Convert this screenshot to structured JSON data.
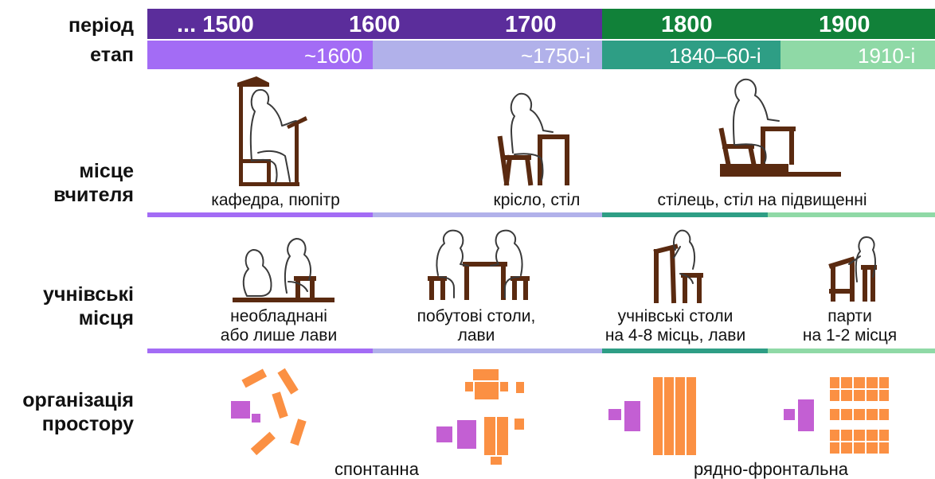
{
  "header": {
    "period_label": "період",
    "stage_label": "етап",
    "years": [
      "... 1500",
      "1600",
      "1700",
      "1800",
      "1900"
    ],
    "stages": [
      "~1600",
      "~1750-і",
      "1840–60-і",
      "1910-і"
    ]
  },
  "rows": {
    "teacher": {
      "label_line1": "місце",
      "label_line2": "вчителя",
      "captions": [
        "кафедра, пюпітр",
        "крісло, стіл",
        "стілець, стіл на підвищенні"
      ]
    },
    "students": {
      "label_line1": "учнівські",
      "label_line2": "місця",
      "captions": [
        {
          "line1": "необладнані",
          "line2": "або лише лави"
        },
        {
          "line1": "побутові столи,",
          "line2": "лави"
        },
        {
          "line1": "учнівські столи",
          "line2": "на 4-8 місць, лави"
        },
        {
          "line1": "парти",
          "line2": "на 1-2 місця"
        }
      ]
    },
    "space": {
      "label_line1": "організація",
      "label_line2": "простору",
      "captions": [
        "спонтанна",
        "рядно-фронтальна"
      ]
    }
  },
  "colors": {
    "purple_dark": "#5b2d9b",
    "purple_light": "#a36cf5",
    "lavender": "#b1b1ea",
    "green_dark": "#118139",
    "teal": "#2e9e85",
    "green_light": "#8fd9a6",
    "furniture": "#5a2a10",
    "orange": "#fb9043",
    "magenta": "#c35fd3"
  }
}
